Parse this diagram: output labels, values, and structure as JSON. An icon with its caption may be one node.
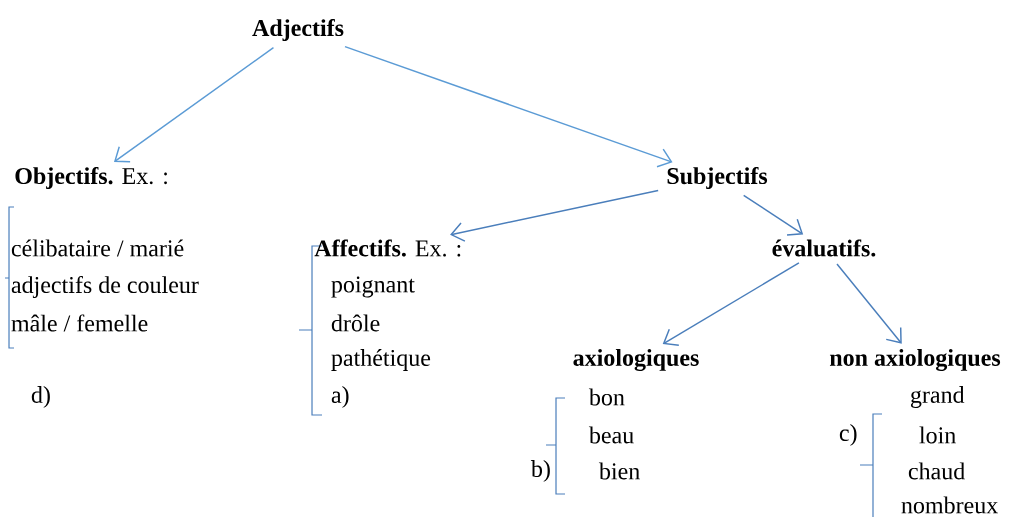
{
  "diagram": {
    "nodes": [
      {
        "text": [
          "Adjectifs"
        ]
      },
      {
        "text": [
          "**Objectifs.** Ex. :"
        ]
      },
      {
        "text": [
          "Subjectifs"
        ]
      },
      {
        "text": [
          "**Affectifs.** Ex. :"
        ]
      },
      {
        "text": [
          "évaluatifs."
        ]
      },
      {
        "text": [
          "axiologiques"
        ]
      },
      {
        "text": [
          "non axiologiques"
        ]
      }
    ],
    "edges": [
      {
        "from": 0,
        "to": 1,
        "arrow": "to",
        "color": "#5b9bd5"
      },
      {
        "from": 0,
        "to": 2,
        "arrow": "to",
        "color": "#5b9bd5"
      },
      {
        "from": 2,
        "to": 3,
        "arrow": "to"
      },
      {
        "from": 2,
        "to": 4,
        "arrow": "to"
      },
      {
        "from": 4,
        "to": 5,
        "arrow": "to"
      },
      {
        "from": 4,
        "to": 6,
        "arrow": "to"
      }
    ],
    "labels": [
      "célibataire / marié",
      "adjectifs de couleur",
      "mâle / femelle",
      "d)",
      "poignant",
      "drôle",
      "pathétique",
      "a)",
      "bon",
      "grand",
      "beau",
      "c)",
      "loin",
      "b)",
      "bien",
      "chaud",
      "nombreux"
    ]
  }
}
